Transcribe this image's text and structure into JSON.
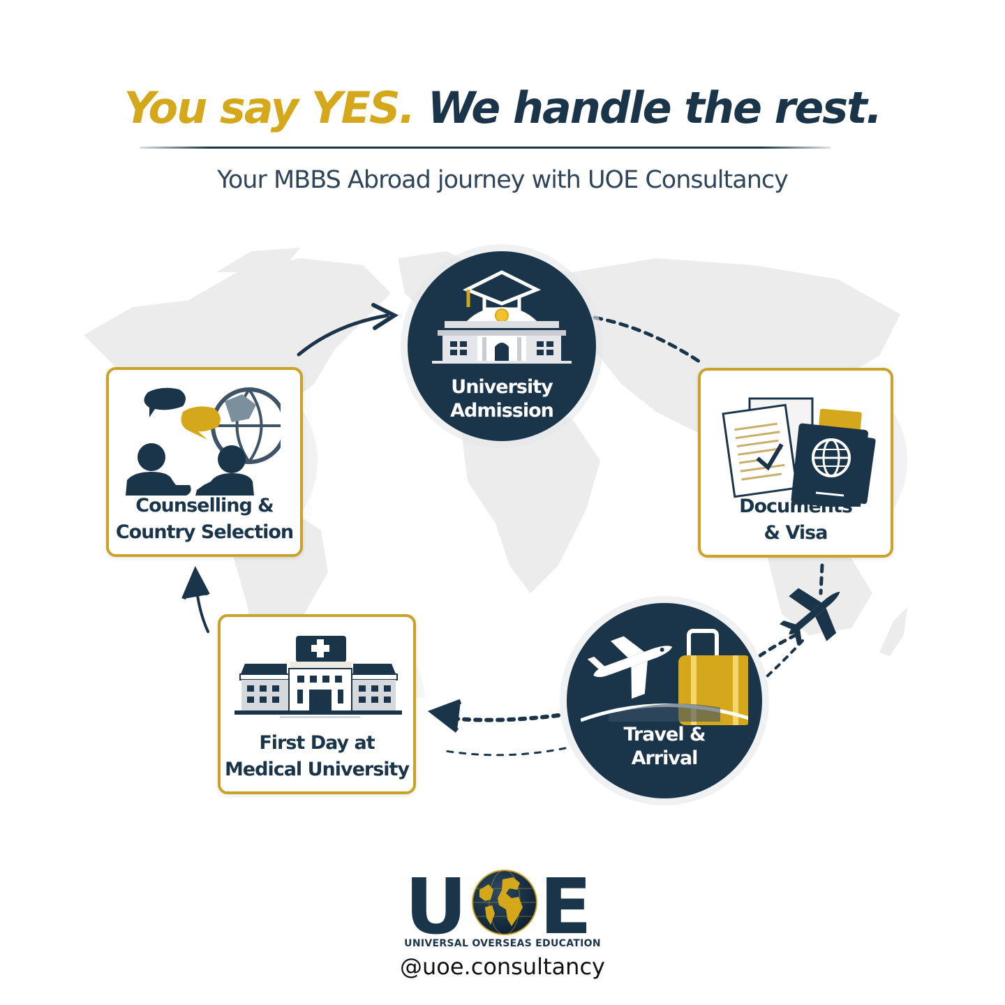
{
  "header": {
    "headline_part1": "You say YES.",
    "headline_part2": "We handle the rest.",
    "subtitle": "Your MBBS Abroad journey with UOE Consultancy"
  },
  "steps": [
    {
      "id": "counselling",
      "shape": "card",
      "icon": "counselling-globe-icon",
      "line1": "Counselling &",
      "line2": "Country Selection"
    },
    {
      "id": "admission",
      "shape": "circle",
      "icon": "university-graduation-cap-icon",
      "line1": "University",
      "line2": "Admission"
    },
    {
      "id": "documents",
      "shape": "card",
      "icon": "documents-passport-icon",
      "line1": "Documents",
      "line2": "& Visa"
    },
    {
      "id": "travel",
      "shape": "circle",
      "icon": "airplane-luggage-icon",
      "line1": "Travel &",
      "line2": "Arrival"
    },
    {
      "id": "first-day",
      "shape": "card",
      "icon": "hospital-building-icon",
      "line1": "First Day at",
      "line2": "Medical University"
    }
  ],
  "brand": {
    "logo_left": "U",
    "logo_right": "E",
    "name": "UNIVERSAL OVERSEAS EDUCATION",
    "handle": "@uoe.consultancy"
  },
  "colors": {
    "navy": "#1A3449",
    "gold": "#D4A81A",
    "card_border": "#C9A227",
    "map_gray": "#EAEAEA"
  }
}
